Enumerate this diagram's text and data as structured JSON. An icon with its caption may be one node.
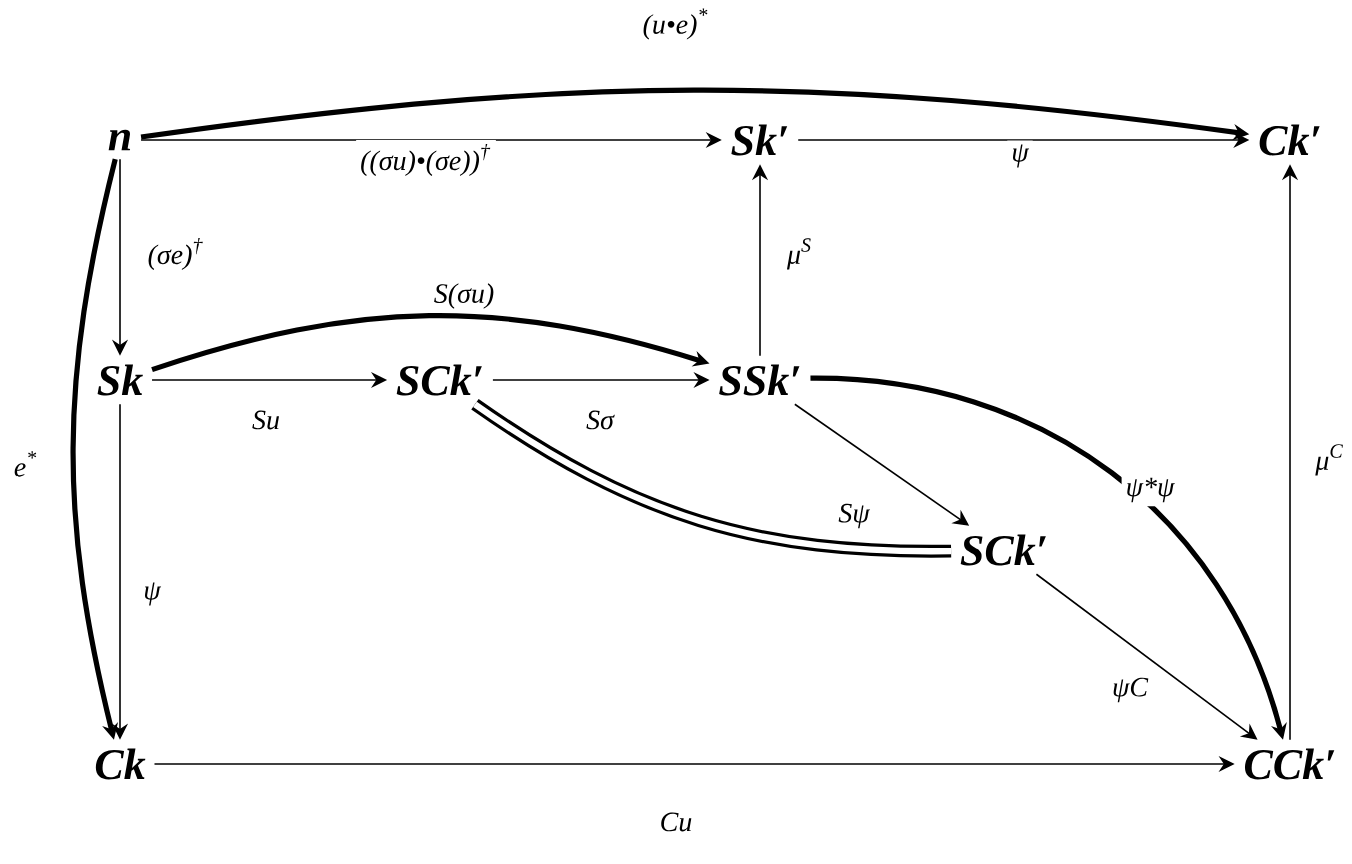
{
  "diagram": {
    "nodes": [
      {
        "text": [
          "n"
        ]
      },
      {
        "text": [
          "Sk′"
        ]
      },
      {
        "text": [
          "Ck′"
        ]
      },
      {
        "text": [
          "Sk"
        ]
      },
      {
        "text": [
          "SCk′"
        ]
      },
      {
        "text": [
          "SSk′"
        ]
      },
      {
        "text": [
          "SCk′"
        ]
      },
      {
        "text": [
          "Ck"
        ]
      },
      {
        "text": [
          "CCk′"
        ]
      }
    ],
    "edges": [
      {
        "from": 0,
        "to": 2,
        "arrow": "to",
        "style": "thick",
        "label": "(u•e)$^{*}$"
      },
      {
        "from": 0,
        "to": 1,
        "arrow": "to",
        "label": "((σu)•(σe))$^{†}$"
      },
      {
        "from": 1,
        "to": 2,
        "arrow": "to",
        "label": "ψ"
      },
      {
        "from": 0,
        "to": 3,
        "arrow": "to",
        "label": "(σe)$^{†}$"
      },
      {
        "from": 5,
        "to": 1,
        "arrow": "to",
        "label": "μ$^{S}$"
      },
      {
        "from": 3,
        "to": 4,
        "arrow": "to",
        "label": "Su"
      },
      {
        "from": 4,
        "to": 5,
        "arrow": "to",
        "label": "Sσ"
      },
      {
        "from": 3,
        "to": 5,
        "arrow": "to",
        "style": "thick",
        "label": "S(σu)"
      },
      {
        "from": 0,
        "to": 7,
        "arrow": "to",
        "style": "thick",
        "label": "e$^{*}$"
      },
      {
        "from": 3,
        "to": 7,
        "arrow": "to",
        "label": "ψ"
      },
      {
        "from": 4,
        "to": 6,
        "arrow": "none",
        "style": "thick"
      },
      {
        "from": 5,
        "to": 6,
        "arrow": "to",
        "label": "Sψ"
      },
      {
        "from": 5,
        "to": 8,
        "arrow": "to",
        "style": "thick",
        "label": "ψ*ψ"
      },
      {
        "from": 6,
        "to": 8,
        "arrow": "to",
        "label": "ψC"
      },
      {
        "from": 7,
        "to": 8,
        "arrow": "to",
        "label": "Cu"
      },
      {
        "from": 8,
        "to": 2,
        "arrow": "to",
        "label": "μ$^{C}$"
      }
    ]
  }
}
